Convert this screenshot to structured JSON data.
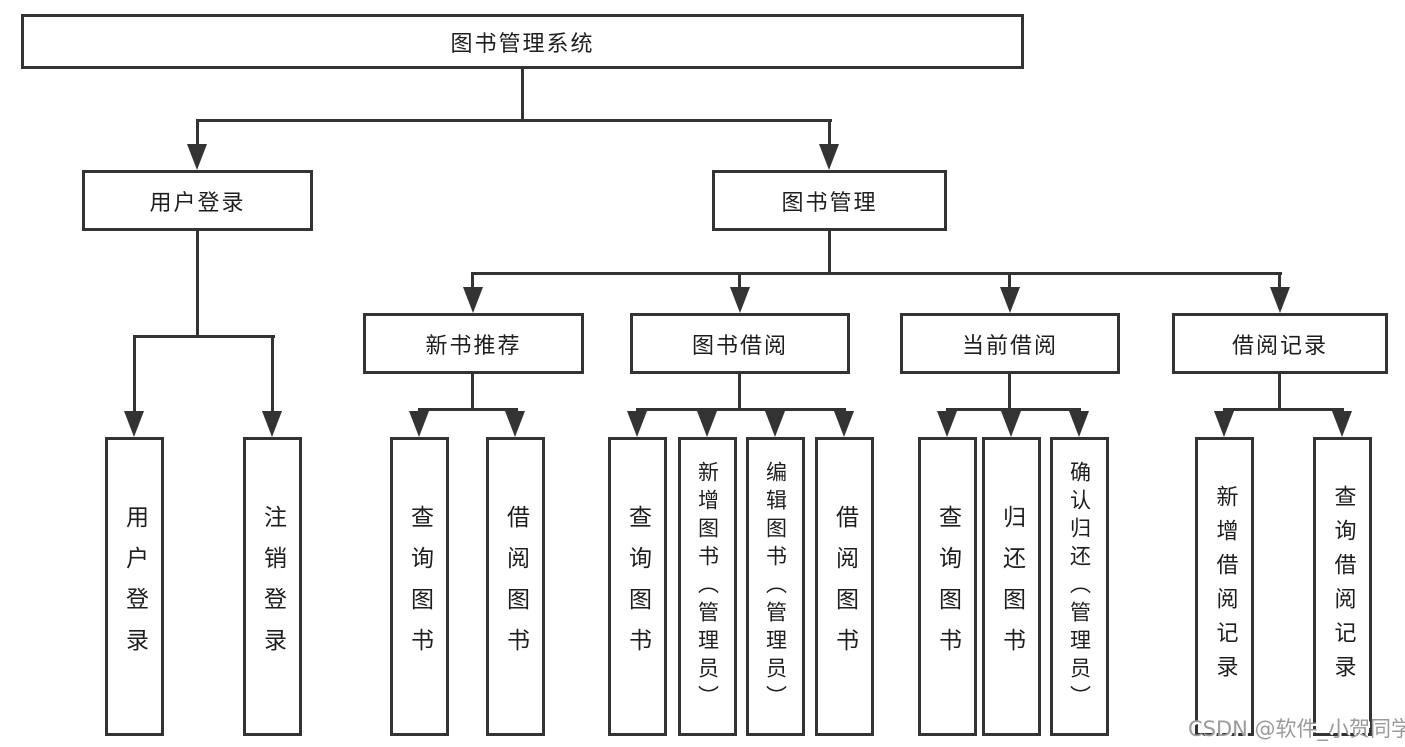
{
  "tree": {
    "root": {
      "label": "图书管理系统"
    },
    "branches": [
      {
        "label": "用户登录",
        "children": [
          "用户登录",
          "注销登录"
        ]
      },
      {
        "label": "图书管理",
        "sections": [
          {
            "label": "新书推荐",
            "children": [
              "查询图书",
              "借阅图书"
            ]
          },
          {
            "label": "图书借阅",
            "children": [
              "查询图书",
              "新增图书（管理员）",
              "编辑图书（管理员）",
              "借阅图书"
            ]
          },
          {
            "label": "当前借阅",
            "children": [
              "查询图书",
              "归还图书",
              "确认归还（管理员）"
            ]
          },
          {
            "label": "借阅记录",
            "children": [
              "新增借阅记录",
              "查询借阅记录"
            ]
          }
        ]
      }
    ]
  },
  "watermark": {
    "text": "CSDN @软件_小贺同学"
  },
  "colors": {
    "line": "#333333",
    "border": "#333333",
    "text": "#1e1e1e",
    "background": "#ffffff",
    "watermark_text": "#9b9b9b"
  }
}
